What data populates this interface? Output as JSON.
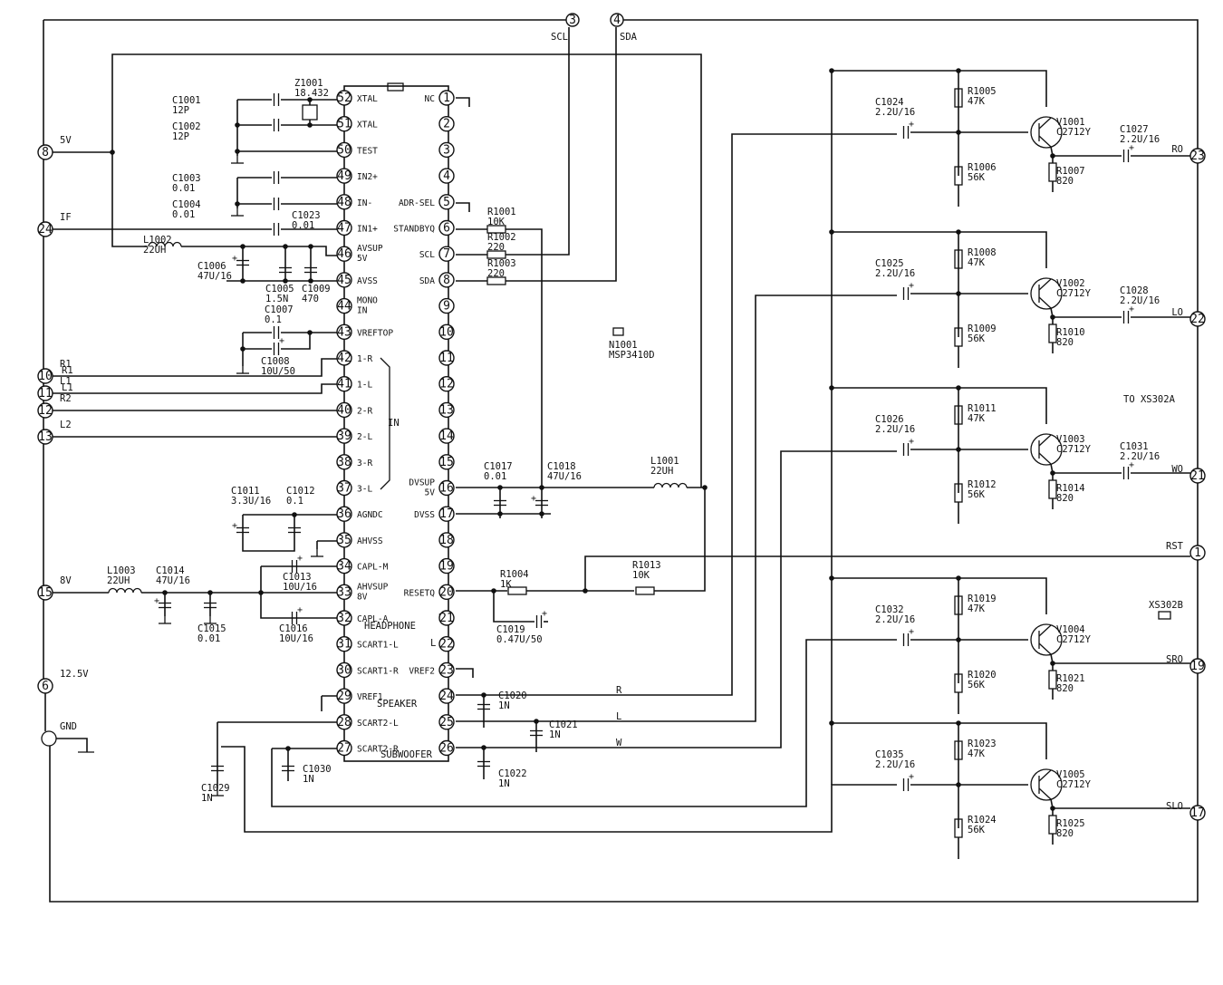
{
  "ic": {
    "designator": "N1001",
    "part": "MSP3410D",
    "left_pins": [
      {
        "num": "52",
        "name": "XTAL"
      },
      {
        "num": "51",
        "name": "XTAL"
      },
      {
        "num": "50",
        "name": "TEST"
      },
      {
        "num": "49",
        "name": "IN2+"
      },
      {
        "num": "48",
        "name": "IN-"
      },
      {
        "num": "47",
        "name": "IN1+"
      },
      {
        "num": "46",
        "name": "AVSUP\n5V"
      },
      {
        "num": "45",
        "name": "AVSS"
      },
      {
        "num": "44",
        "name": "MONO\nIN"
      },
      {
        "num": "43",
        "name": "VREFTOP"
      },
      {
        "num": "42",
        "name": "1-R"
      },
      {
        "num": "41",
        "name": "1-L"
      },
      {
        "num": "40",
        "name": "2-R"
      },
      {
        "num": "39",
        "name": "2-L"
      },
      {
        "num": "38",
        "name": "3-R"
      },
      {
        "num": "37",
        "name": "3-L"
      },
      {
        "num": "36",
        "name": "AGNDC"
      },
      {
        "num": "35",
        "name": "AHVSS"
      },
      {
        "num": "34",
        "name": "CAPL-M"
      },
      {
        "num": "33",
        "name": "AHVSUP\n8V"
      },
      {
        "num": "32",
        "name": "CAPL-A"
      },
      {
        "num": "31",
        "name": "SCART1-L"
      },
      {
        "num": "30",
        "name": "SCART1-R"
      },
      {
        "num": "29",
        "name": "VREF1"
      },
      {
        "num": "28",
        "name": "SCART2-L"
      },
      {
        "num": "27",
        "name": "SCART2-R"
      }
    ],
    "right_pins": [
      {
        "num": "1",
        "name": "NC"
      },
      {
        "num": "2",
        "name": ""
      },
      {
        "num": "3",
        "name": ""
      },
      {
        "num": "4",
        "name": ""
      },
      {
        "num": "5",
        "name": "ADR-SEL"
      },
      {
        "num": "6",
        "name": "STANDBYQ"
      },
      {
        "num": "7",
        "name": "SCL"
      },
      {
        "num": "8",
        "name": "SDA"
      },
      {
        "num": "9",
        "name": ""
      },
      {
        "num": "10",
        "name": ""
      },
      {
        "num": "11",
        "name": ""
      },
      {
        "num": "12",
        "name": ""
      },
      {
        "num": "13",
        "name": ""
      },
      {
        "num": "14",
        "name": ""
      },
      {
        "num": "15",
        "name": ""
      },
      {
        "num": "16",
        "name": "DVSUP\n5V"
      },
      {
        "num": "17",
        "name": "DVSS"
      },
      {
        "num": "18",
        "name": ""
      },
      {
        "num": "19",
        "name": ""
      },
      {
        "num": "20",
        "name": "RESETQ"
      },
      {
        "num": "21",
        "name": ""
      },
      {
        "num": "22",
        "name": ""
      },
      {
        "num": "23",
        "name": "VREF2"
      },
      {
        "num": "24",
        "name": ""
      },
      {
        "num": "25",
        "name": ""
      },
      {
        "num": "26",
        "name": ""
      }
    ],
    "group_labels": {
      "in": "IN",
      "headphone": "HEADPHONE",
      "speaker": "SPEAKER",
      "subwoofer": "SUBWOOFER",
      "r": "R",
      "l": "L"
    }
  },
  "connectors": {
    "left": [
      {
        "num": "8",
        "label": "5V"
      },
      {
        "num": "24",
        "label": "IF"
      },
      {
        "num": "10",
        "label": "R1"
      },
      {
        "num": "11",
        "label": "L1"
      },
      {
        "num": "12",
        "label": "R2"
      },
      {
        "num": "13",
        "label": "L2"
      },
      {
        "num": "15",
        "label": "8V"
      },
      {
        "num": "6",
        "label": "12.5V"
      },
      {
        "num": "",
        "label": "GND"
      }
    ],
    "top": [
      {
        "num": "3",
        "label": "SCL"
      },
      {
        "num": "4",
        "label": "SDA"
      }
    ],
    "right": [
      {
        "num": "23",
        "label": "RO"
      },
      {
        "num": "22",
        "label": "LO"
      },
      {
        "num": "21",
        "label": "WO"
      },
      {
        "num": "1",
        "label": "RST"
      },
      {
        "num": "19",
        "label": "SRO"
      },
      {
        "num": "17",
        "label": "SLO"
      }
    ],
    "to_xs302a": "TO XS302A",
    "xs302b": "XS302B"
  },
  "components": {
    "Z1001": {
      "ref": "Z1001",
      "val": "18.432"
    },
    "C1001": {
      "ref": "C1001",
      "val": "12P"
    },
    "C1002": {
      "ref": "C1002",
      "val": "12P"
    },
    "C1003": {
      "ref": "C1003",
      "val": "0.01"
    },
    "C1004": {
      "ref": "C1004",
      "val": "0.01"
    },
    "C1023": {
      "ref": "C1023",
      "val": "0.01"
    },
    "L1002": {
      "ref": "L1002",
      "val": "22UH"
    },
    "C1006": {
      "ref": "C1006",
      "val": "47U/16"
    },
    "C1005": {
      "ref": "C1005",
      "val": "1.5N"
    },
    "C1009": {
      "ref": "C1009",
      "val": "470"
    },
    "C1007": {
      "ref": "C1007",
      "val": "0.1"
    },
    "C1008": {
      "ref": "C1008",
      "val": "10U/50"
    },
    "C1011": {
      "ref": "C1011",
      "val": "3.3U/16"
    },
    "C1012": {
      "ref": "C1012",
      "val": "0.1"
    },
    "L1003": {
      "ref": "L1003",
      "val": "22UH"
    },
    "C1014": {
      "ref": "C1014",
      "val": "47U/16"
    },
    "C1015": {
      "ref": "C1015",
      "val": "0.01"
    },
    "C1013": {
      "ref": "C1013",
      "val": "10U/16"
    },
    "C1016": {
      "ref": "C1016",
      "val": "10U/16"
    },
    "C1029": {
      "ref": "C1029",
      "val": "1N"
    },
    "C1030": {
      "ref": "C1030",
      "val": "1N"
    },
    "R1001": {
      "ref": "R1001",
      "val": "10K"
    },
    "R1002": {
      "ref": "R1002",
      "val": "220"
    },
    "R1003": {
      "ref": "R1003",
      "val": "220"
    },
    "C1017": {
      "ref": "C1017",
      "val": "0.01"
    },
    "C1018": {
      "ref": "C1018",
      "val": "47U/16"
    },
    "L1001": {
      "ref": "L1001",
      "val": "22UH"
    },
    "R1004": {
      "ref": "R1004",
      "val": "1K"
    },
    "R1013": {
      "ref": "R1013",
      "val": "10K"
    },
    "C1019": {
      "ref": "C1019",
      "val": "0.47U/50"
    },
    "C1020": {
      "ref": "C1020",
      "val": "1N"
    },
    "C1021": {
      "ref": "C1021",
      "val": "1N"
    },
    "C1022": {
      "ref": "C1022",
      "val": "1N"
    }
  },
  "stages": [
    {
      "cap": {
        "ref": "C1024",
        "val": "2.2U/16"
      },
      "ra": {
        "ref": "R1005",
        "val": "47K"
      },
      "rb": {
        "ref": "R1006",
        "val": "56K"
      },
      "q": {
        "ref": "V1001",
        "val": "C2712Y"
      },
      "re": {
        "ref": "R1007",
        "val": "820"
      },
      "co": {
        "ref": "C1027",
        "val": "2.2U/16"
      }
    },
    {
      "cap": {
        "ref": "C1025",
        "val": "2.2U/16"
      },
      "ra": {
        "ref": "R1008",
        "val": "47K"
      },
      "rb": {
        "ref": "R1009",
        "val": "56K"
      },
      "q": {
        "ref": "V1002",
        "val": "C2712Y"
      },
      "re": {
        "ref": "R1010",
        "val": "820"
      },
      "co": {
        "ref": "C1028",
        "val": "2.2U/16"
      }
    },
    {
      "cap": {
        "ref": "C1026",
        "val": "2.2U/16"
      },
      "ra": {
        "ref": "R1011",
        "val": "47K"
      },
      "rb": {
        "ref": "R1012",
        "val": "56K"
      },
      "q": {
        "ref": "V1003",
        "val": "C2712Y"
      },
      "re": {
        "ref": "R1014",
        "val": "820"
      },
      "co": {
        "ref": "C1031",
        "val": "2.2U/16"
      }
    },
    {
      "cap": {
        "ref": "C1032",
        "val": "2.2U/16"
      },
      "ra": {
        "ref": "R1019",
        "val": "47K"
      },
      "rb": {
        "ref": "R1020",
        "val": "56K"
      },
      "q": {
        "ref": "V1004",
        "val": "C2712Y"
      },
      "re": {
        "ref": "R1021",
        "val": "820"
      },
      "co": null
    },
    {
      "cap": {
        "ref": "C1035",
        "val": "2.2U/16"
      },
      "ra": {
        "ref": "R1023",
        "val": "47K"
      },
      "rb": {
        "ref": "R1024",
        "val": "56K"
      },
      "q": {
        "ref": "V1005",
        "val": "C2712Y"
      },
      "re": {
        "ref": "R1025",
        "val": "820"
      },
      "co": null
    }
  ],
  "net_labels": {
    "r": "R",
    "l": "L",
    "w": "W"
  }
}
